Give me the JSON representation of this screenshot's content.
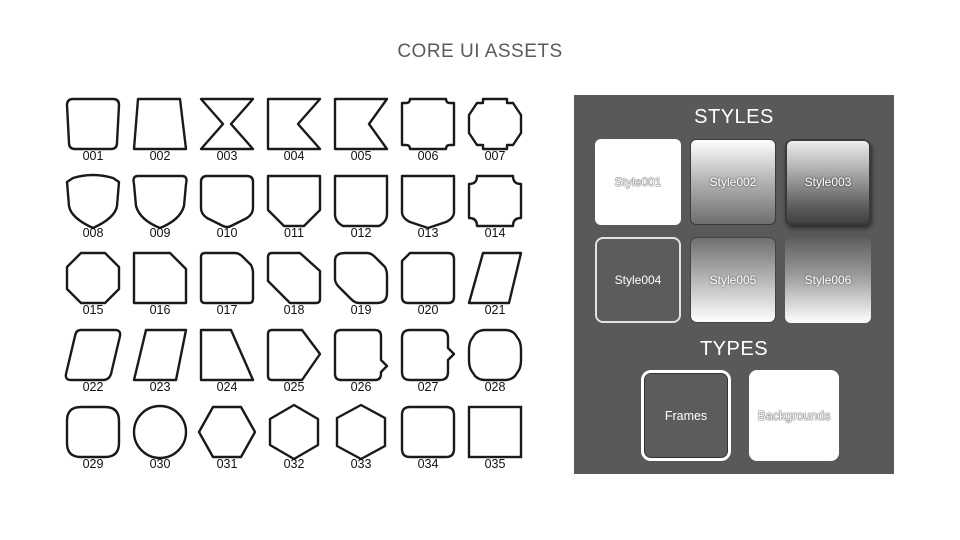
{
  "title": "CORE UI ASSETS",
  "shapes": [
    {
      "label": "001",
      "icon": "rounded-trapezoid-icon"
    },
    {
      "label": "002",
      "icon": "trapezoid-icon"
    },
    {
      "label": "003",
      "icon": "hourglass-icon"
    },
    {
      "label": "004",
      "icon": "ribbon-left-notch-icon"
    },
    {
      "label": "005",
      "icon": "ribbon-right-notch-icon"
    },
    {
      "label": "006",
      "icon": "notched-square-icon"
    },
    {
      "label": "007",
      "icon": "stepped-octagon-icon"
    },
    {
      "label": "008",
      "icon": "shield-wide-icon"
    },
    {
      "label": "009",
      "icon": "shield-rounded-icon"
    },
    {
      "label": "010",
      "icon": "shield-short-icon"
    },
    {
      "label": "011",
      "icon": "shield-flat-icon"
    },
    {
      "label": "012",
      "icon": "shield-cut-icon"
    },
    {
      "label": "013",
      "icon": "shield-point-icon"
    },
    {
      "label": "014",
      "icon": "inset-corner-frame-icon"
    },
    {
      "label": "015",
      "icon": "octagon-icon"
    },
    {
      "label": "016",
      "icon": "folded-corner-icon"
    },
    {
      "label": "017",
      "icon": "folded-corner-rounded-icon"
    },
    {
      "label": "018",
      "icon": "cut-corners-icon"
    },
    {
      "label": "019",
      "icon": "cut-corners-rounded-icon"
    },
    {
      "label": "020",
      "icon": "rounded-square-icon"
    },
    {
      "label": "021",
      "icon": "parallelogram-icon"
    },
    {
      "label": "022",
      "icon": "parallelogram-rounded-icon"
    },
    {
      "label": "023",
      "icon": "slanted-box-icon"
    },
    {
      "label": "024",
      "icon": "right-trapezoid-icon"
    },
    {
      "label": "025",
      "icon": "arrow-tag-icon"
    },
    {
      "label": "026",
      "icon": "speech-notch-icon"
    },
    {
      "label": "027",
      "icon": "speech-notch-rounded-icon"
    },
    {
      "label": "028",
      "icon": "rounded-octagon-icon"
    },
    {
      "label": "029",
      "icon": "squircle-icon"
    },
    {
      "label": "030",
      "icon": "circle-icon"
    },
    {
      "label": "031",
      "icon": "hexagon-wide-icon"
    },
    {
      "label": "032",
      "icon": "hexagon-icon"
    },
    {
      "label": "033",
      "icon": "hexagon-tall-icon"
    },
    {
      "label": "034",
      "icon": "rounded-square-small-icon"
    },
    {
      "label": "035",
      "icon": "square-icon"
    }
  ],
  "panel": {
    "styles_heading": "STYLES",
    "styles": [
      "Style001",
      "Style002",
      "Style003",
      "Style004",
      "Style005",
      "Style006"
    ],
    "types_heading": "TYPES",
    "types": [
      "Frames",
      "Backgrounds"
    ]
  },
  "colors": {
    "panel_bg": "#595959",
    "shape_stroke": "#1a1a1a",
    "title_text": "#5a5a5a"
  }
}
